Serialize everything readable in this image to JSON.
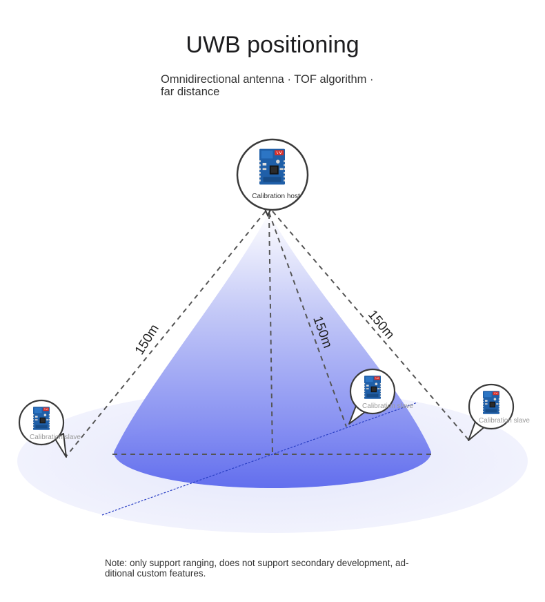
{
  "header": {
    "title": "UWB positioning",
    "subtitle": "Omnidirectional antenna · TOF algorithm · far distance"
  },
  "diagram": {
    "host_label": "Calibration host",
    "slave_label": "Calibration slave",
    "distance_labels": [
      "150m",
      "150m",
      "150m"
    ]
  },
  "footer": {
    "note": "Note: only support ranging, does not support secondary development, ad-ditional custom features."
  },
  "colors": {
    "cone_top": "#ffffff",
    "cone_bottom": "#6672ef",
    "ground": "#eef0fc",
    "dashed_line": "#555555",
    "axis_line": "#2a3fc4"
  },
  "icons": [
    "uwb-module-icon"
  ]
}
